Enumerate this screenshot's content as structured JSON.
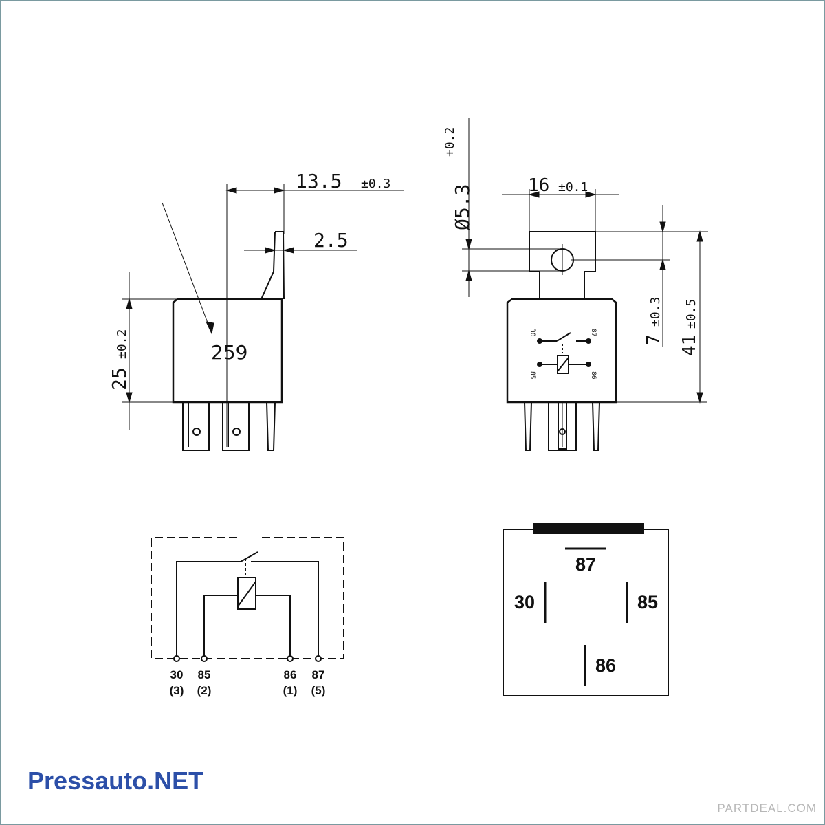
{
  "side_view": {
    "dim_width_value": "13.5",
    "dim_width_tol": "±0.3",
    "dim_tab_value": "2.5",
    "dim_height_value": "25",
    "dim_height_tol": "±0.2",
    "part_number": "259"
  },
  "front_view": {
    "dim_hole_value": "Ø5.3",
    "dim_hole_tol": "+0.2",
    "dim_tab_width_value": "16",
    "dim_tab_width_tol": "±0.1",
    "dim_tab_height_value": "7",
    "dim_tab_height_tol": "±0.3",
    "dim_total_height_value": "41",
    "dim_total_height_tol": "±0.5",
    "face_labels": [
      "30",
      "87",
      "85",
      "86"
    ]
  },
  "schematic": {
    "pins": [
      {
        "terminal": "30",
        "position": "(3)"
      },
      {
        "terminal": "85",
        "position": "(2)"
      },
      {
        "terminal": "86",
        "position": "(1)"
      },
      {
        "terminal": "87",
        "position": "(5)"
      }
    ]
  },
  "pin_layout": {
    "top": "87",
    "left": "30",
    "right": "85",
    "bottom": "86"
  },
  "branding": {
    "site": "Pressauto.NET",
    "credit": "PARTDEAL.COM"
  }
}
